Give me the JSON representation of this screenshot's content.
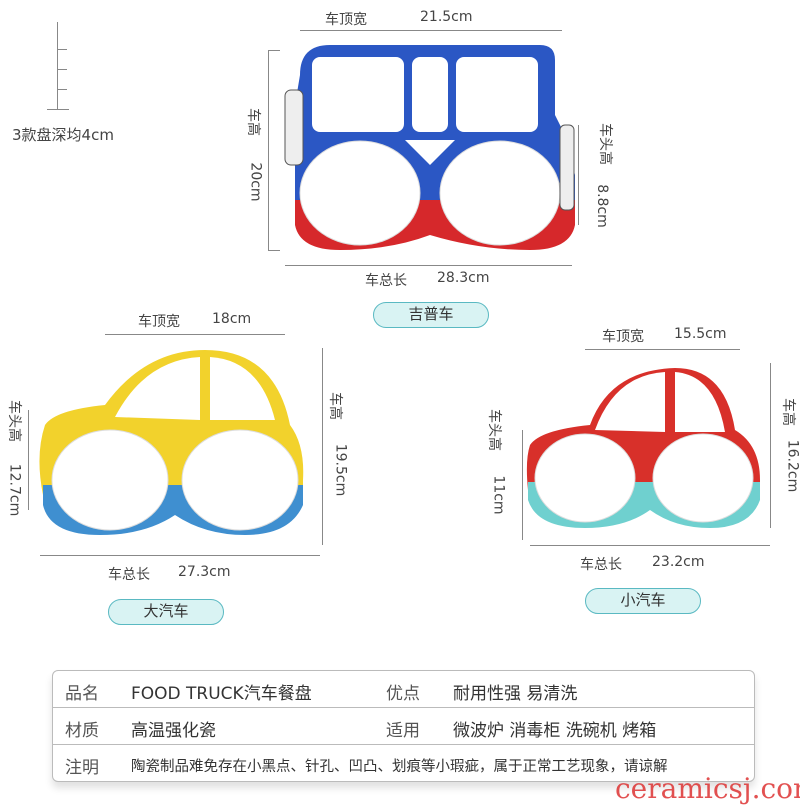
{
  "depth_note": "3款盘深均4cm",
  "jeep": {
    "name": "吉普车",
    "roof_label": "车顶宽",
    "roof": "21.5cm",
    "height_label": "车高",
    "height": "20cm",
    "head_label": "车头高",
    "head": "8.8cm",
    "length_label": "车总长",
    "length": "28.3cm",
    "colors": {
      "body": "#2b57c4",
      "bottom": "#d6282b"
    }
  },
  "big_car": {
    "name": "大汽车",
    "roof_label": "车顶宽",
    "roof": "18cm",
    "height_label": "车高",
    "height": "19.5cm",
    "head_label": "车头高",
    "head": "12.7cm",
    "length_label": "车总长",
    "length": "27.3cm",
    "colors": {
      "body": "#f2d22c",
      "bottom": "#3f8fd0"
    }
  },
  "small_car": {
    "name": "小汽车",
    "roof_label": "车顶宽",
    "roof": "15.5cm",
    "height_label": "车高",
    "height": "16.2cm",
    "head_label": "车头高",
    "head": "11cm",
    "length_label": "车总长",
    "length": "23.2cm",
    "colors": {
      "body": "#d8302a",
      "bottom": "#6fd0cf"
    }
  },
  "specs": [
    {
      "k1": "品名",
      "v1": "FOOD  TRUCK汽车餐盘",
      "k2": "优点",
      "v2": "耐用性强 易清洗"
    },
    {
      "k1": "材质",
      "v1": "高温强化瓷",
      "k2": "适用",
      "v2": "微波炉 消毒柜 洗碗机 烤箱"
    },
    {
      "k1": "注明",
      "v1": "陶瓷制品难免存在小黑点、针孔、凹凸、划痕等小瑕疵，属于正常工艺现象，请谅解"
    }
  ],
  "watermark": "ceramicsj.com"
}
